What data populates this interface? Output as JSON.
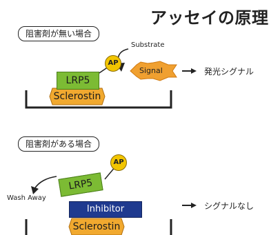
{
  "title": "アッセイの原理",
  "case_no_inhibitor": {
    "label": "阻害剤が無い場合",
    "substrate": "Substrate",
    "signal": "Signal",
    "result": "発光シグナル",
    "ap": "AP",
    "lrp5": "LRP5",
    "sclerostin": "Sclerostin"
  },
  "case_inhibitor": {
    "label": "阻害剤がある場合",
    "wash": "Wash Away",
    "result": "シグナルなし",
    "ap": "AP",
    "lrp5": "LRP5",
    "inhibitor": "Inhibitor",
    "sclerostin": "Sclerostin"
  },
  "colors": {
    "lrp5": "#7cbb34",
    "sclerostin": "#f1a92f",
    "inhibitor": "#1f3a8f",
    "ap": "#f2c500",
    "signal": "#f0a030"
  }
}
